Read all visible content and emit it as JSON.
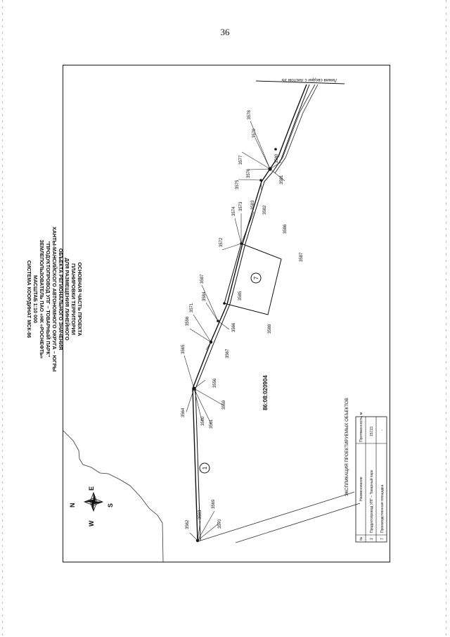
{
  "page": {
    "number": "36"
  },
  "title": {
    "lines": [
      "ОСНОВНАЯ ЧАСТЬ ПРОЕКТА",
      "ПЛАНИРОВКИ ТЕРРИТОРИИ",
      "ДЛЯ РАЗМЕЩЕНИЯ ЛИНЕЙНОГО",
      "ОБЪЕКТА РЕГИОНАЛЬНОГО ЗНАЧЕНИЯ",
      "ХАНТЫ-МАНСИЙСКОГО АВТОНОМНОГО ОКРУГА – ЮГРЫ",
      "\"ПРОДУКТОПРОВОД УПГ – ТОВАРНЫЙ ПАРК\"",
      "ЗЕМЛЕПОЛЬЗОВАТЕЛЬ ПАО «НК «РОСНЕФТЬ»",
      "МАСШТАБ 1:10 000",
      "СИСТЕМА КООРДИНАТ МСК-86"
    ]
  },
  "cadastral_number": "86:08:020904",
  "match_line": "Линия сводки с листом 35",
  "compass": {
    "n": "N",
    "s": "S",
    "e": "E",
    "w": "W"
  },
  "points": {
    "p3562": "3562",
    "p3563": "3563",
    "p3569": "3569",
    "p3570": "3570",
    "p3564": "3564",
    "p3560": "3560",
    "p3561": "3561",
    "p3559": "3559",
    "p3565": "3565",
    "p3556": "3556",
    "p3567": "3567",
    "p3568": "3568",
    "p3571": "3571",
    "p3566": "3566",
    "p3584": "3584",
    "p3587": "3587",
    "p3585": "3585",
    "p3588": "3588",
    "p3572": "3572",
    "p3574": "3574",
    "p3573": "3573",
    "p3586": "3586",
    "p3587b": "3587",
    "p3583": "3583",
    "p3582": "3582",
    "p3575": "3575",
    "p3576": "3576",
    "p3577": "3577",
    "p3581": "3581",
    "p3580": "3580",
    "p3579": "3579",
    "p3578": "3578",
    "p3577b": "3577"
  },
  "objects": {
    "obj1": "1",
    "obj7": "7"
  },
  "legend": {
    "title": "ЭКСПЛИКАЦИЯ ПРОЕКТИРУЕМЫХ ОБЪЕКТОВ",
    "headers": [
      "№",
      "Наименование",
      "Протяженность, м"
    ],
    "rows": [
      [
        "1",
        "Продуктопровод УПГ – Товарный парк",
        "15723"
      ],
      [
        "7",
        "Производственная площадка",
        "-"
      ]
    ]
  }
}
